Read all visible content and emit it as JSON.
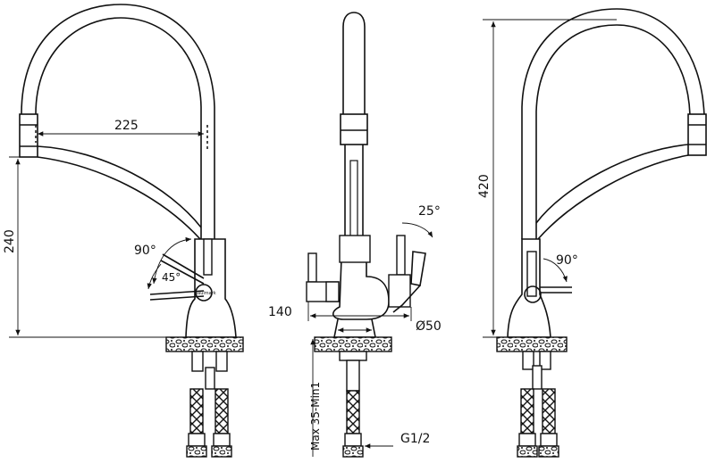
{
  "dimensions": {
    "spout_reach": "225",
    "spout_height": "240",
    "total_height": "420",
    "handle_rotation_main": "90°",
    "handle_angle_secondary": "45°",
    "filter_handle_angle": "25°",
    "base_diameter": "Ø50",
    "handle_offset": "140",
    "mounting_thickness": "Max 35-Min1",
    "thread_size": "G1/2",
    "right_handle_rotation": "90°"
  },
  "brand_mark": "paulmark",
  "colors": {
    "line": "#111111",
    "background": "#ffffff"
  }
}
